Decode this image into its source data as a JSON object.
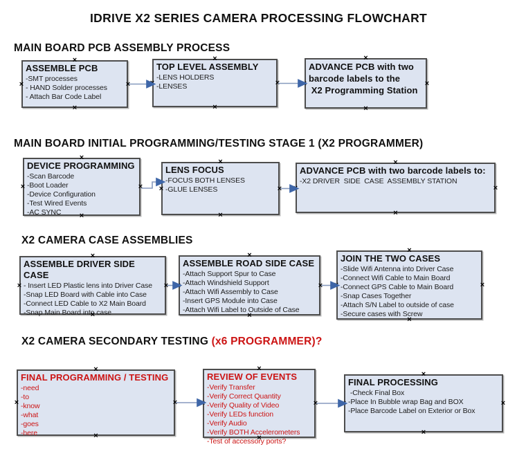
{
  "title": "IDRIVE X2  SERIES CAMERA PROCESSING FLOWCHART",
  "colors": {
    "box_fill": "#dde4f1",
    "box_border": "#4d4d4d",
    "red_text": "#cc1414",
    "arrow_shaft": "#8599bd",
    "arrow_head": "#3e66a8"
  },
  "sections": {
    "s1": {
      "heading": "MAIN BOARD PCB ASSEMBLY PROCESS",
      "boxes": {
        "assemble_pcb": {
          "title": "ASSEMBLE PCB",
          "items": [
            "-SMT processes",
            "- HAND Solder processes",
            "- Attach Bar Code Label"
          ]
        },
        "top_level_assembly": {
          "title": "TOP LEVEL ASSEMBLY",
          "items": [
            "-LENS HOLDERS",
            "-LENSES"
          ]
        },
        "advance_pcb": {
          "title_lines": [
            "ADVANCE PCB with two",
            "barcode labels to the",
            " X2 Programming Station"
          ]
        }
      }
    },
    "s2": {
      "heading": "MAIN BOARD INITIAL PROGRAMMING/TESTING STAGE 1 (X2 PROGRAMMER)",
      "boxes": {
        "device_programming": {
          "title": "DEVICE PROGRAMMING",
          "items": [
            "-Scan Barcode",
            "-Boot Loader",
            "-Device Configuration",
            "-Test Wired Events",
            "-AC SYNC"
          ]
        },
        "lens_focus": {
          "title": "LENS FOCUS",
          "items": [
            "-FOCUS BOTH LENSES",
            "-GLUE LENSES"
          ]
        },
        "advance_pcb_2": {
          "title": "ADVANCE PCB with two barcode labels to:",
          "items": [
            "-X2 DRIVER  SIDE  CASE  ASSEMBLY STATION"
          ]
        }
      }
    },
    "s3": {
      "heading": "X2 CAMERA CASE ASSEMBLIES",
      "boxes": {
        "driver_side_case": {
          "title": "ASSEMBLE DRIVER SIDE CASE",
          "items": [
            "- Insert LED Plastic lens into Driver Case",
            "-Snap LED Board with Cable into Case",
            "-Connect LED Cable to X2 Main Board",
            "-Snap Main Board into case"
          ]
        },
        "road_side_case": {
          "title": "ASSEMBLE ROAD SIDE CASE",
          "items": [
            "-Attach Support Spur to Case",
            "-Attach Windshield Support",
            "-Attach Wifi Assembly to Case",
            "-Insert GPS Module into Case",
            "-Attach Wifi Label to Outside of Case"
          ]
        },
        "join_cases": {
          "title": "JOIN THE TWO CASES",
          "items": [
            "-Slide Wifi Antenna into Driver Case",
            "-Connect Wifi Cable to Main Board",
            "-Connect GPS Cable to Main Board",
            "-Snap Cases Together",
            "-Attach S/N Label to outside of case",
            "-Secure cases with Screw"
          ]
        }
      }
    },
    "s4": {
      "heading_black": "X2 CAMERA SECONDARY TESTING ",
      "heading_red": " (x6 PROGRAMMER)?",
      "boxes": {
        "final_programming": {
          "title": "FINAL PROGRAMMING / TESTING",
          "items": [
            "-need",
            "-to",
            "-know",
            "-what",
            "-goes",
            "-here"
          ]
        },
        "review_of_events": {
          "title": "REVIEW OF EVENTS",
          "items": [
            "-Verify Transfer",
            "-Verify Correct Quantity",
            "-Verify Quality of Video",
            "-Verify LEDs function",
            "-Verify Audio",
            "-Verify BOTH Accelerometers",
            "-Test of accessory ports?"
          ]
        },
        "final_processing": {
          "title": "FINAL PROCESSING",
          "items": [
            " -Check Final Box",
            "-Place In Bubble wrap Bag and BOX",
            "-Place Barcode Label on Exterior or Box"
          ]
        }
      }
    }
  }
}
